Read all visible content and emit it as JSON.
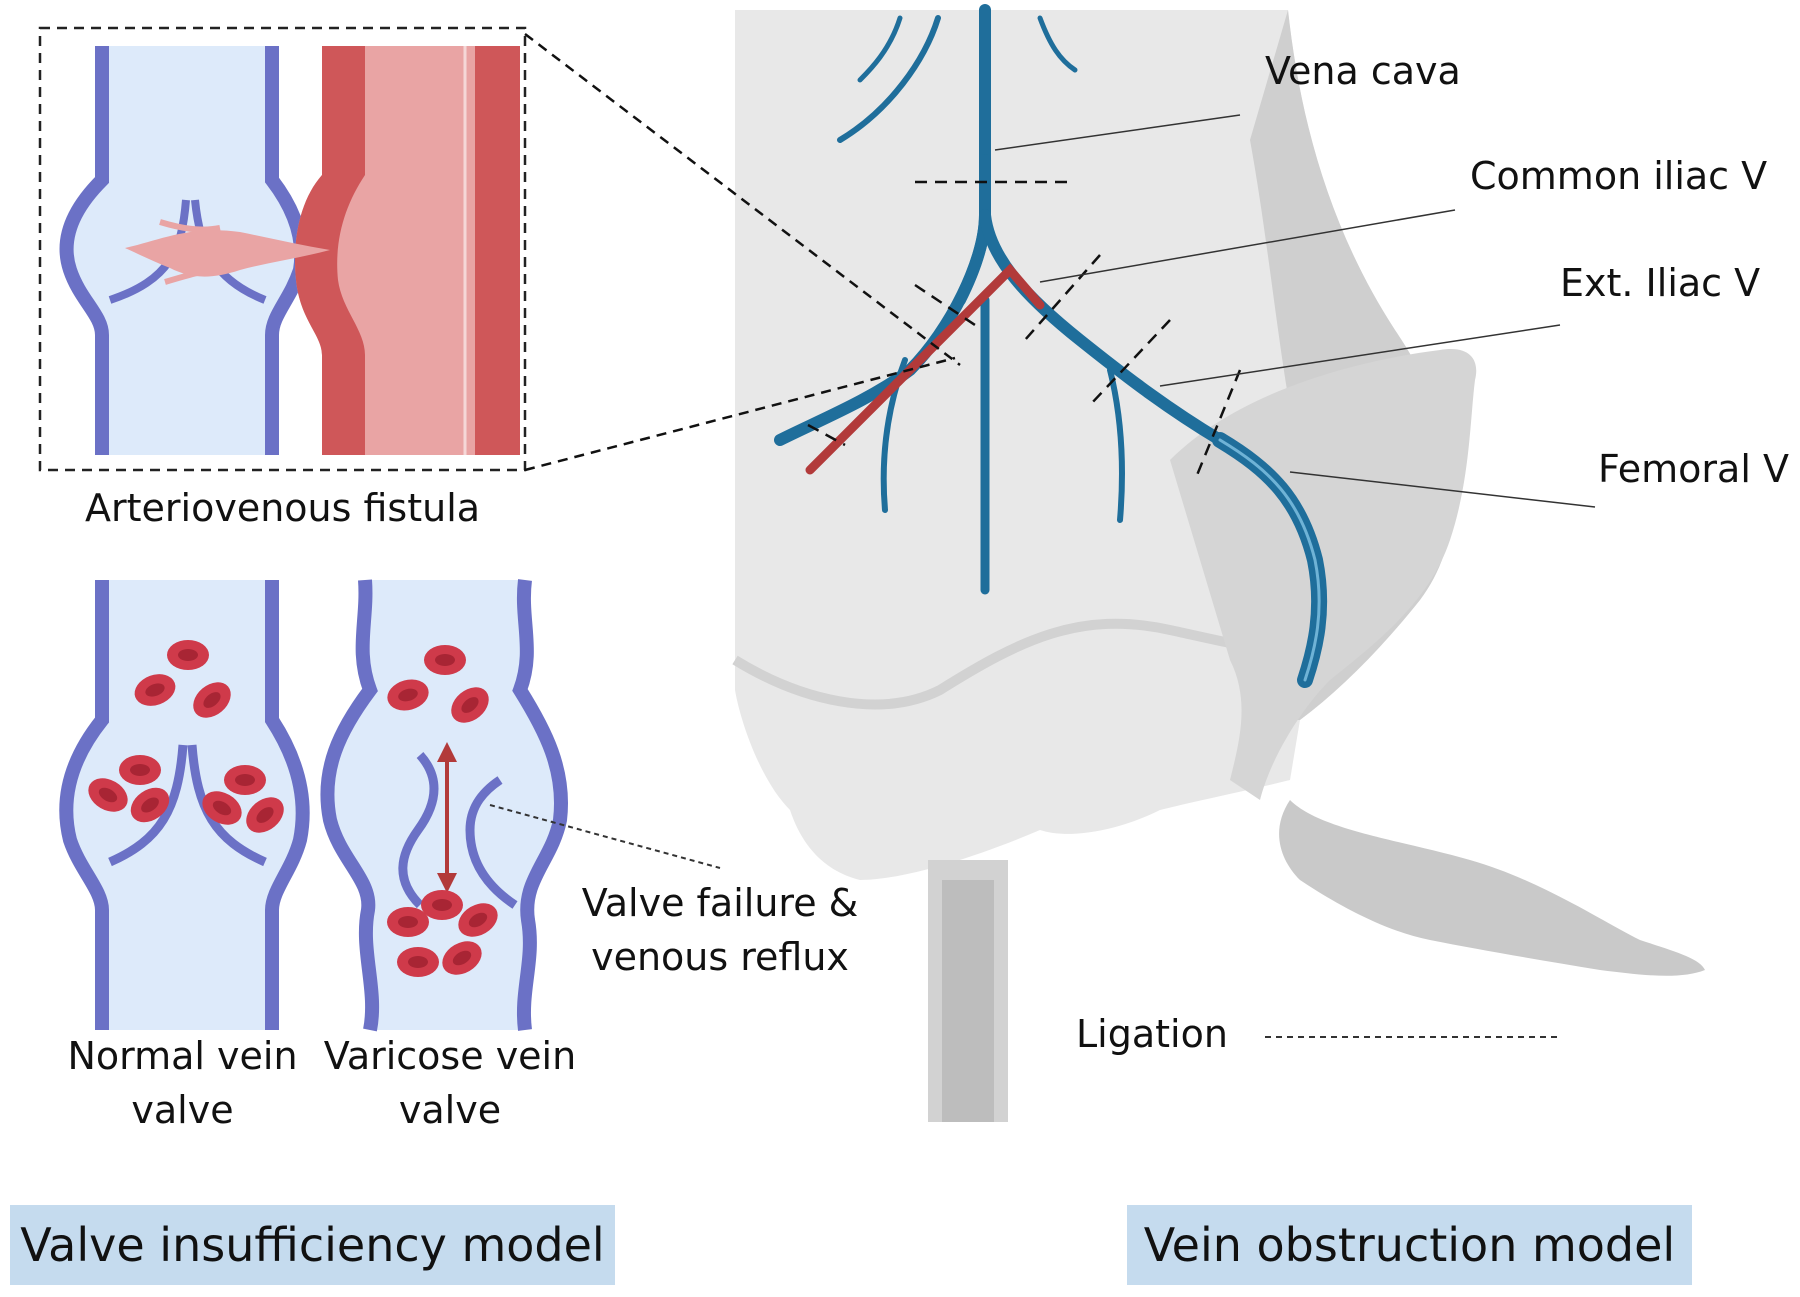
{
  "labels": {
    "vena_cava": "Vena cava",
    "common_iliac": "Common iliac V",
    "ext_iliac": "Ext. Iliac V",
    "femoral": "Femoral V",
    "ligation": "Ligation",
    "av_fistula": "Arteriovenous fistula",
    "normal_vein_line1": "Normal vein",
    "normal_vein_line2": "valve",
    "varicose_vein_line1": "Varicose vein",
    "varicose_vein_line2": "valve",
    "valve_failure_line1": "Valve failure &",
    "valve_failure_line2": "venous reflux"
  },
  "models": {
    "valve_insufficiency": "Valve insufficiency  model",
    "vein_obstruction": "Vein obstruction model"
  },
  "colors": {
    "vein_wall": "#6b71c6",
    "vein_lumen": "#ddeafa",
    "artery_dark": "#cf5759",
    "artery_light": "#e9a4a4",
    "blood_cell": "#cf3a4a",
    "rat_vein": "#1f6e9b",
    "rat_artery": "#b23a3a",
    "rat_body": "#e8e8e8",
    "rat_shadow": "#cdcdcd",
    "model_box": "#c5dbee"
  }
}
